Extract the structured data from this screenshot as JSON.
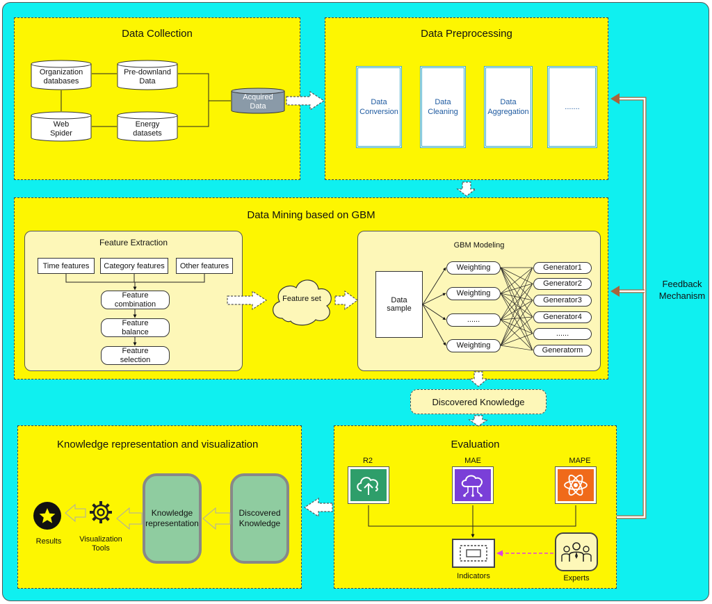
{
  "data_collection": {
    "title": "Data Collection",
    "org_db": [
      "Organization",
      "databases"
    ],
    "predownload": [
      "Pre-downland",
      "Data"
    ],
    "web_spider": [
      "Web",
      "Spider"
    ],
    "energy": [
      "Energy",
      "datasets"
    ],
    "acquired": [
      "Acquired",
      "Data"
    ]
  },
  "data_preprocessing": {
    "title": "Data Preprocessing",
    "cards": [
      [
        "Data",
        "Conversion"
      ],
      [
        "Data",
        "Cleaning"
      ],
      [
        "Data",
        "Aggregation"
      ],
      [
        "......."
      ]
    ]
  },
  "data_mining": {
    "title": "Data Mining based on GBM",
    "feature_extraction": {
      "title": "Feature Extraction",
      "time": "Time features",
      "category": "Category features",
      "other": "Other features",
      "combination": [
        "Feature",
        "combination"
      ],
      "balance": [
        "Feature",
        "balance"
      ],
      "selection": [
        "Feature",
        "selection"
      ]
    },
    "feature_set": "Feature set",
    "gbm": {
      "title": "GBM Modeling",
      "sample": [
        "Data",
        "sample"
      ],
      "weights": [
        "Weighting",
        "Weighting",
        "......",
        "Weighting"
      ],
      "generators": [
        "Generator1",
        "Generator2",
        "Generator3",
        "Generator4",
        "......",
        "Generatorm"
      ]
    }
  },
  "discovered_knowledge": "Discovered Knowledge",
  "evaluation": {
    "title": "Evaluation",
    "metrics": [
      "R2",
      "MAE",
      "MAPE"
    ],
    "indicators": "Indicators",
    "experts": "Experts"
  },
  "knowledge": {
    "title": "Knowledge representation and visualization",
    "representation": [
      "Knowledge",
      "representation"
    ],
    "discovered": [
      "Discovered",
      "Knowledge"
    ],
    "viz": [
      "Visualization",
      "Tools"
    ],
    "results": "Results"
  },
  "feedback": [
    "Feedback",
    "Mechanism"
  ],
  "colors": {
    "background": "#0ff0f0",
    "panel": "#fdf601",
    "subpanel": "#fdf7b8",
    "green_box": "#8fcca0",
    "feedback_line": "#a8643c",
    "experts_link": "#e040e0",
    "r2_icon": "#2e9e6a",
    "mae_icon": "#7a3fd8",
    "mape_icon": "#f06a1a"
  }
}
